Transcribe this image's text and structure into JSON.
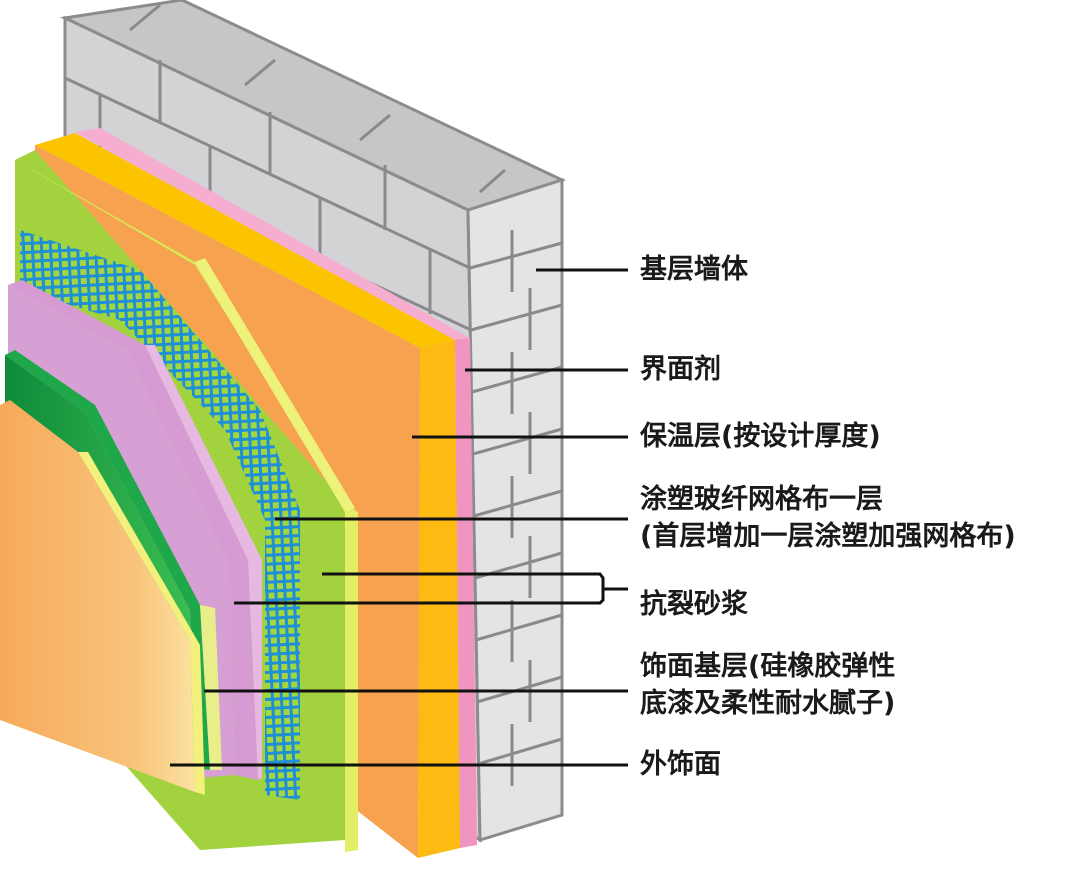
{
  "labels": {
    "base_wall": "基层墙体",
    "interface_agent": "界面剂",
    "insulation": "保温层(按设计厚度)",
    "mesh_line1": "涂塑玻纤网格布一层",
    "mesh_line2": "(首层增加一层涂塑加强网格布)",
    "mortar": "抗裂砂浆",
    "finish_base_line1": "饰面基层(硅橡胶弹性",
    "finish_base_line2": "底漆及柔性耐水腻子)",
    "exterior": "外饰面"
  },
  "colors": {
    "brick_front": "#d4d4d6",
    "brick_top": "#c4c4c6",
    "brick_side": "#e6e6e8",
    "mortar_joint": "#8c8c8e",
    "interface_pink": "#f4a9cd",
    "insulation_yellow": "#fcc300",
    "insulation_orange": "#f6a24e",
    "mortar_green": "#9dd13c",
    "mesh_blue": "#1f8fd6",
    "primer_purple": "#d69bd2",
    "coat_green": "#1fa84a",
    "finish_orange": "#f9bd6f",
    "line": "#111111"
  }
}
